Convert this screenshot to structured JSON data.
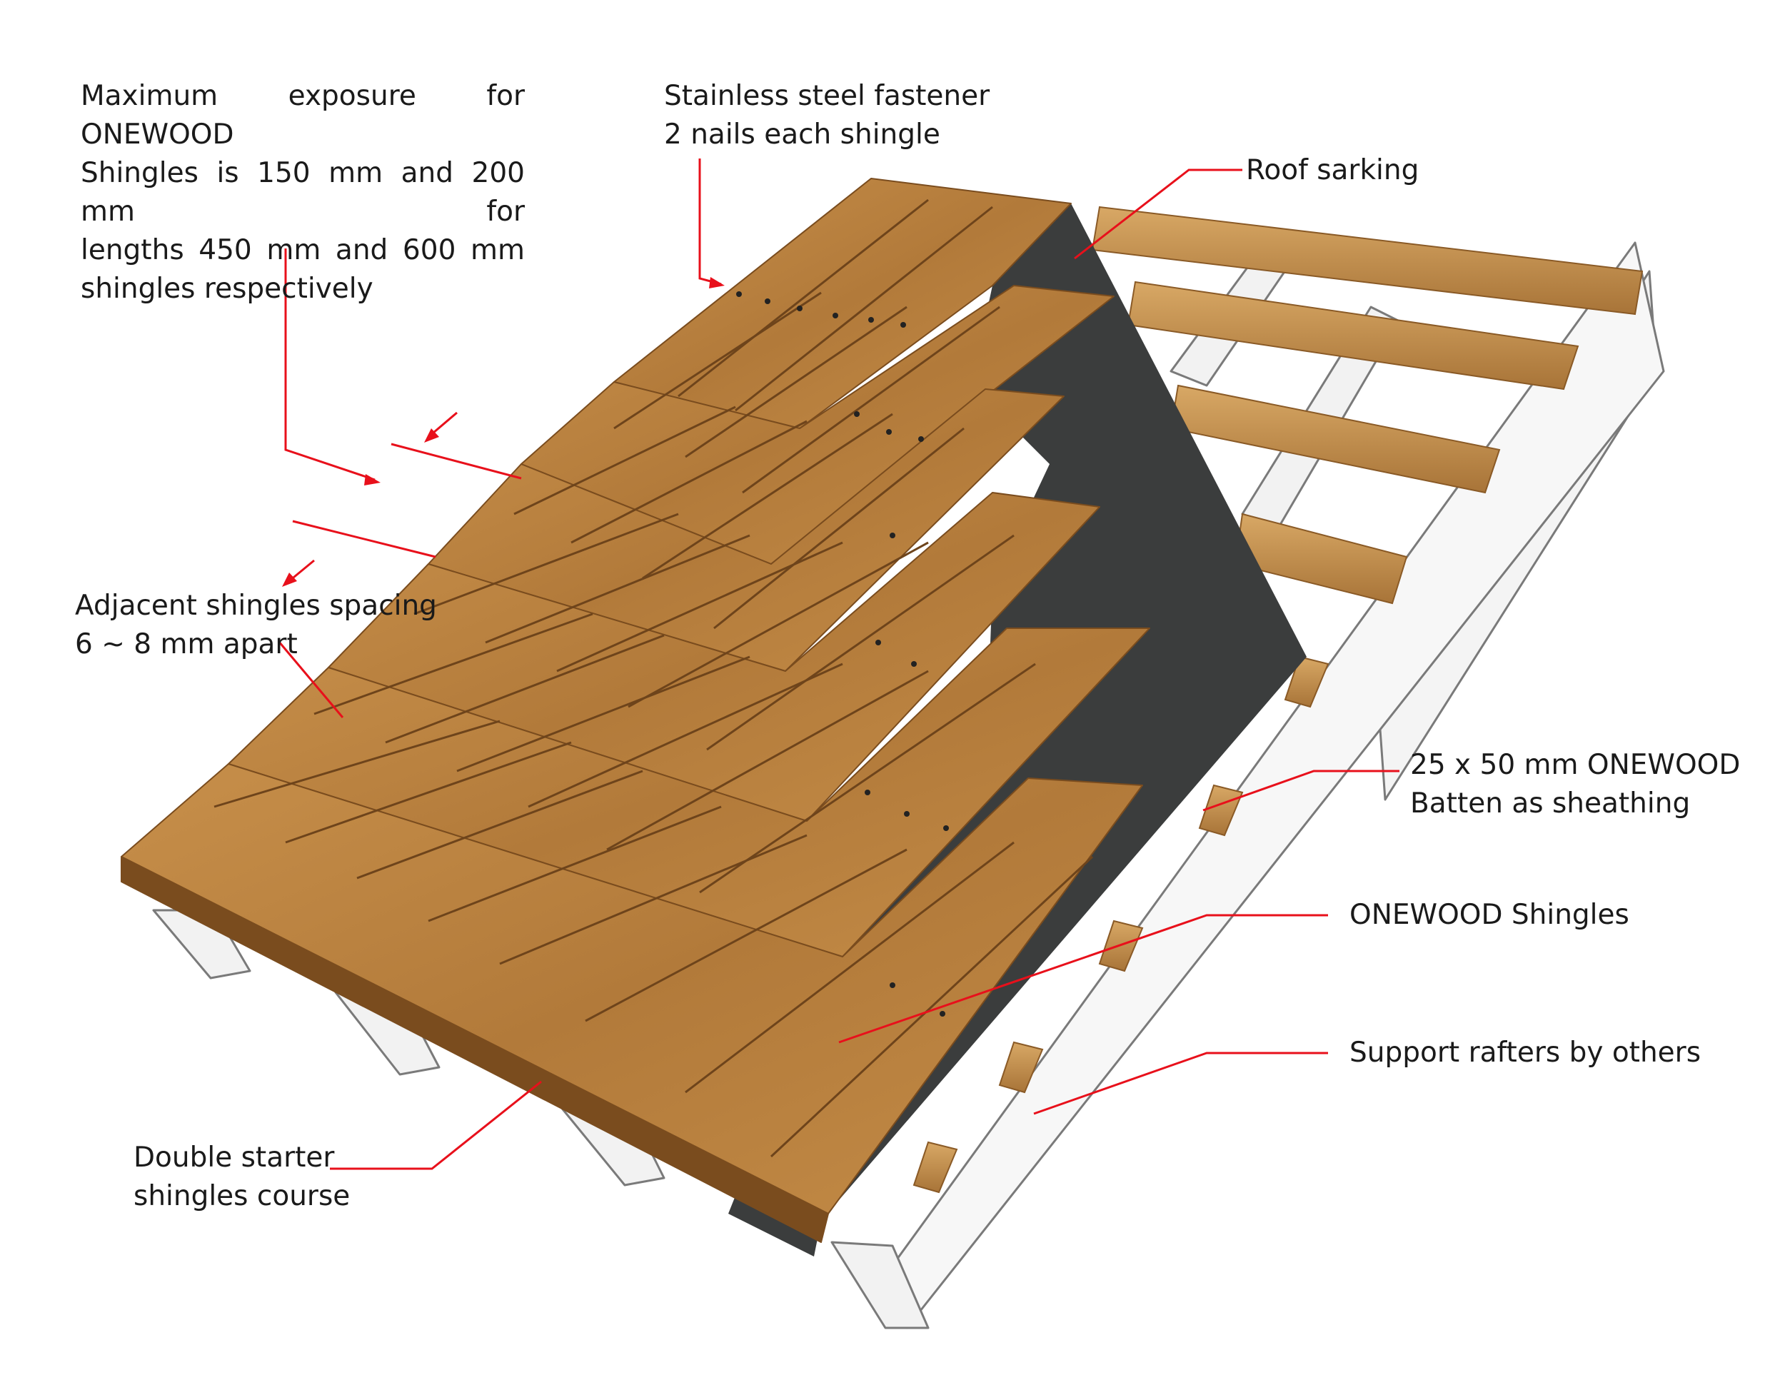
{
  "callouts": {
    "exposure": {
      "lines": [
        "Maximum exposure for ONEWOOD",
        "Shingles is 150 mm and 200 mm for",
        "lengths 450 mm and 600 mm",
        "shingles respectively"
      ]
    },
    "fastener": {
      "lines": [
        "Stainless steel fastener",
        "2 nails each shingle"
      ]
    },
    "sarking": {
      "lines": [
        "Roof sarking"
      ]
    },
    "spacing": {
      "lines": [
        "Adjacent shingles spacing",
        "6 ~ 8 mm apart"
      ]
    },
    "batten": {
      "lines": [
        "25 x 50 mm ONEWOOD",
        "Batten as sheathing"
      ]
    },
    "shingles": {
      "lines": [
        "ONEWOOD Shingles"
      ]
    },
    "rafters": {
      "lines": [
        "Support rafters by others"
      ]
    },
    "starter": {
      "lines": [
        "Double starter",
        "shingles course"
      ]
    }
  },
  "colors": {
    "leader": "#e8101b",
    "shingle": "#b8803f",
    "shingle_light": "#cf9a55",
    "shingle_dark": "#8a5a26",
    "sarking": "#3a3c3c",
    "batten": "#c9964e",
    "rafter": "#f3f3f3",
    "rafter_edge": "#8c8c8c"
  }
}
